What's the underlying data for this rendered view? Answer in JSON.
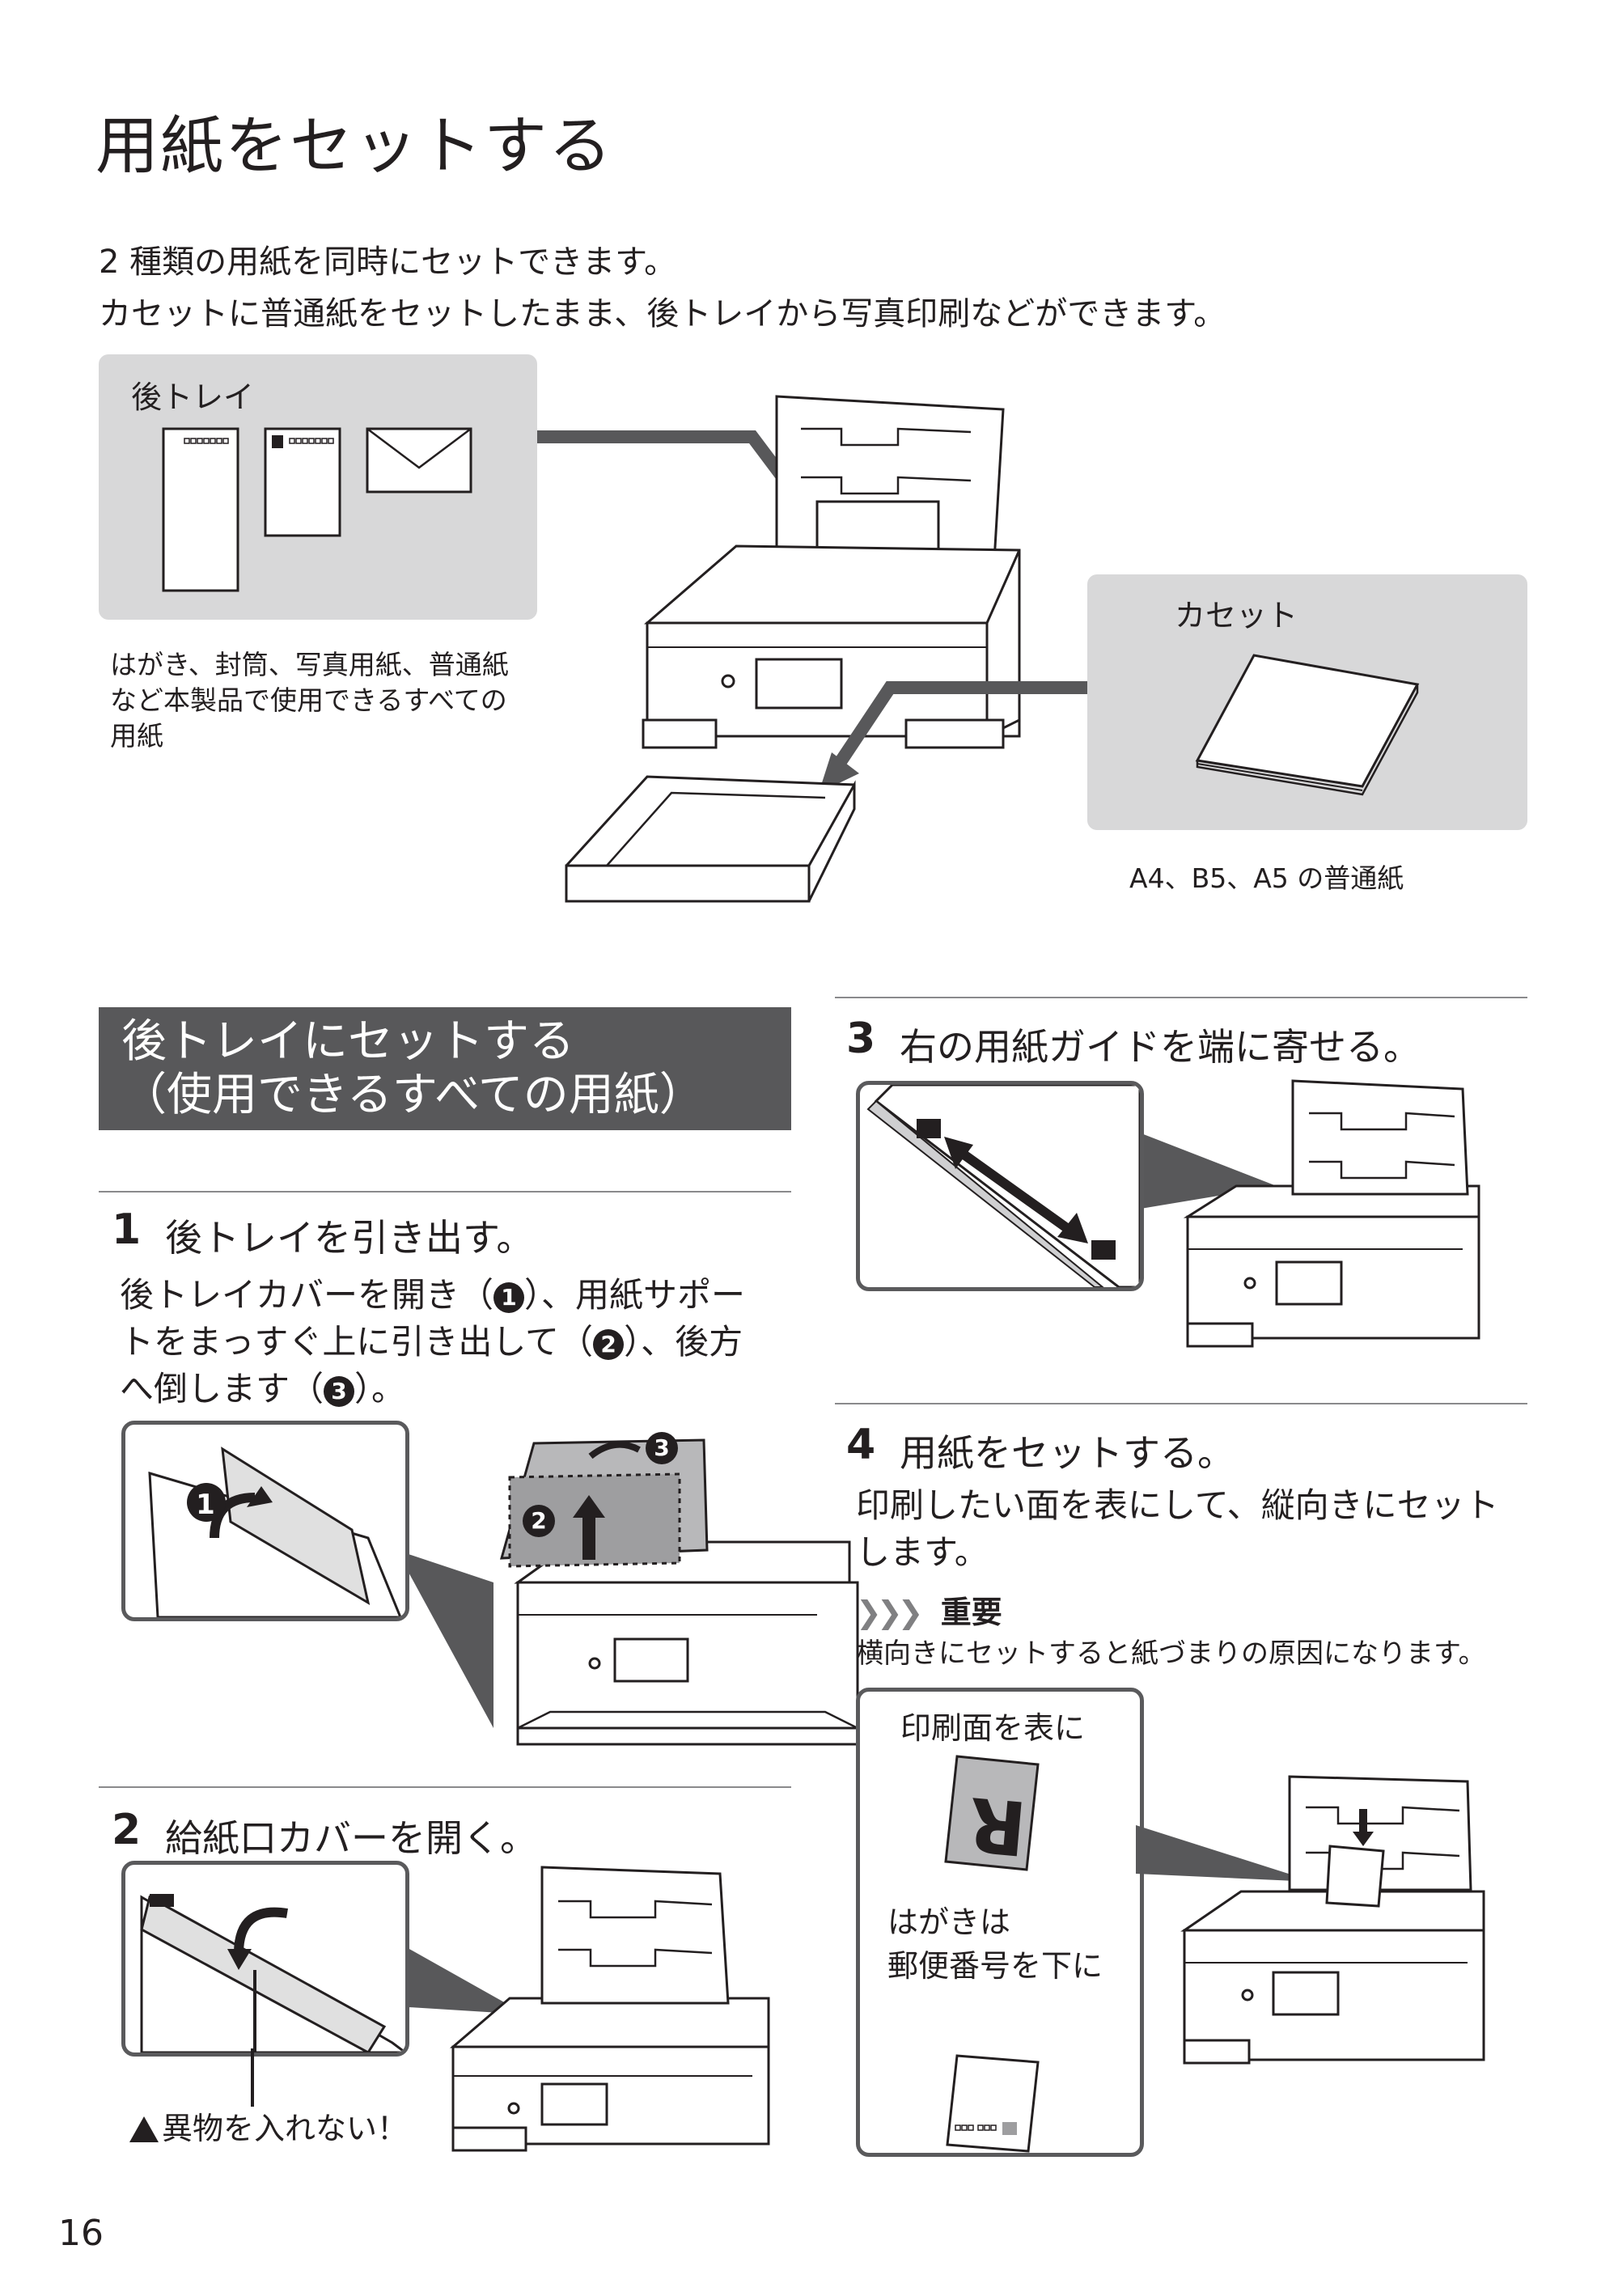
{
  "title": "用紙をセットする",
  "intro": {
    "line1": "2 種類の用紙を同時にセットできます。",
    "line2": "カセットに普通紙をセットしたまま、後トレイから写真印刷などができます。"
  },
  "rear_tray_box": {
    "label": "後トレイ",
    "caption_line1": "はがき、封筒、写真用紙、普通紙",
    "caption_line2": "など本製品で使用できるすべての",
    "caption_line3": "用紙"
  },
  "cassette_box": {
    "label": "カセット",
    "caption": "A4、B5、A5 の普通紙"
  },
  "section": {
    "line1": "後トレイにセットする",
    "line2": "（使用できるすべての用紙）"
  },
  "steps": {
    "s1": {
      "number": "1",
      "title": "後トレイを引き出す。",
      "body_a": "後トレイカバーを開き（",
      "mark1": "1",
      "body_b": "）、用紙サポー",
      "body_c": "トをまっすぐ上に引き出して（",
      "mark2": "2",
      "body_d": "）、後方",
      "body_e": "へ倒します（",
      "mark3": "3",
      "body_f": "）。"
    },
    "s2": {
      "number": "2",
      "title": "給紙口カバーを開く。",
      "warning": "異物を入れない！"
    },
    "s3": {
      "number": "3",
      "title": "右の用紙ガイドを端に寄せる。"
    },
    "s4": {
      "number": "4",
      "title": "用紙をセットする。",
      "body_line1": "印刷したい面を表にして、縦向きにセット",
      "body_line2": "します。",
      "important_label": "重要",
      "important_text": "横向きにセットすると紙づまりの原因になります。",
      "inset_label_top": "印刷面を表に",
      "inset_letter": "R",
      "inset_label_mid1": "はがきは",
      "inset_label_mid2": "郵便番号を下に"
    }
  },
  "page_number": "16"
}
